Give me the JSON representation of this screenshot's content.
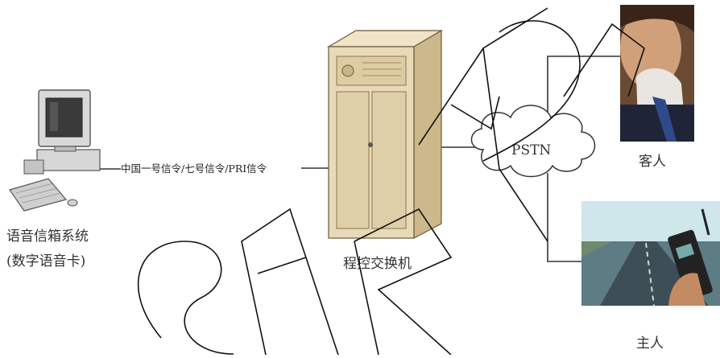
{
  "diagram": {
    "computer": {
      "name_line1": "语音信箱系统",
      "name_line2": "(数字语音卡)"
    },
    "link_label": "中国一号信令/七号信令/PRI信令",
    "switch_label": "程控交换机",
    "cloud_label": "PSTN",
    "guest_label": "客人",
    "host_label": "主人"
  },
  "watermark": {
    "text": "STARD"
  },
  "colors": {
    "line": "#333333",
    "server_body": "#e8d9b8",
    "server_shade": "#cdb88c",
    "cloud_fill": "#ffffff",
    "watermark_stroke": "#111111"
  }
}
